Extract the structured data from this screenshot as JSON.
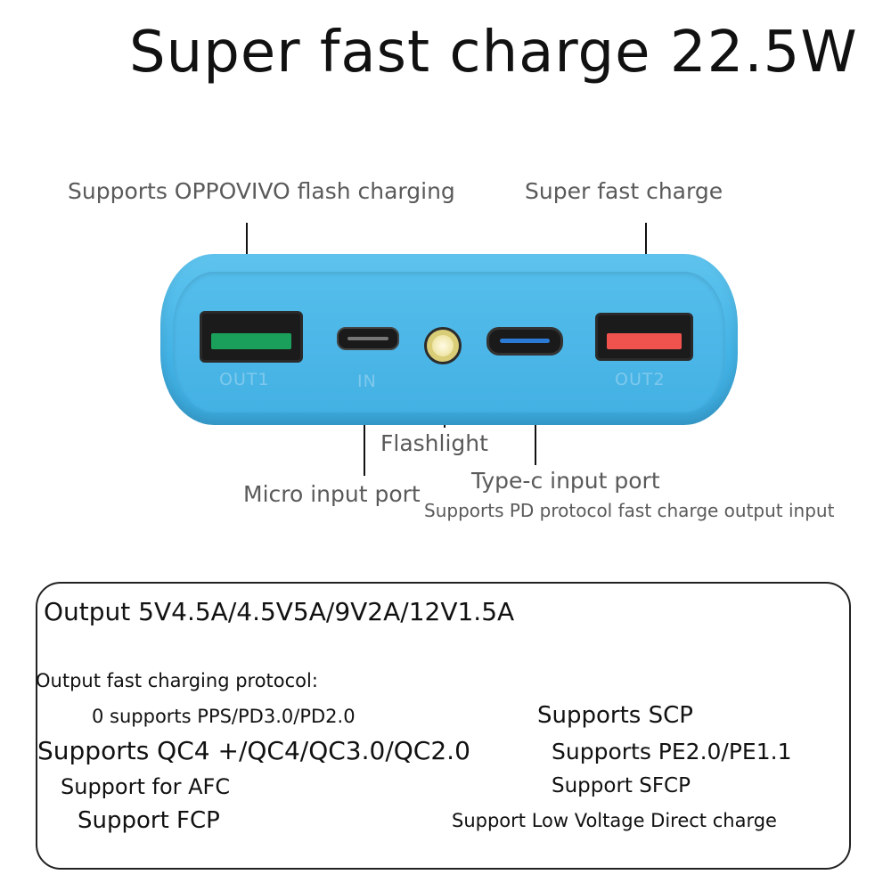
{
  "headline": "Super fast charge 22.5W",
  "callouts": {
    "out1": "Supports OPPOVIVO flash charging",
    "out2": "Super fast charge",
    "flashlight": "Flashlight",
    "micro": "Micro input port",
    "typec": "Type-c input port",
    "typec_note": "Supports PD protocol fast charge output input"
  },
  "device": {
    "body_color": "#4bb8e8",
    "ports": {
      "out1": {
        "label": "OUT1",
        "tongue_color": "#1aa05a"
      },
      "in": {
        "label": "IN"
      },
      "out2": {
        "label": "OUT2",
        "tongue_color": "#f0524e"
      }
    }
  },
  "specs": {
    "output": "Output 5V4.5A/4.5V5A/9V2A/12V1.5A",
    "protocol_heading": "Output fast charging protocol:",
    "left": [
      "0 supports PPS/PD3.0/PD2.0",
      "Supports QC4 +/QC4/QC3.0/QC2.0",
      "Support for AFC",
      "Support FCP"
    ],
    "right": [
      "Supports SCP",
      "Supports PE2.0/PE1.1",
      "Support SFCP",
      "Support Low Voltage Direct charge"
    ]
  }
}
